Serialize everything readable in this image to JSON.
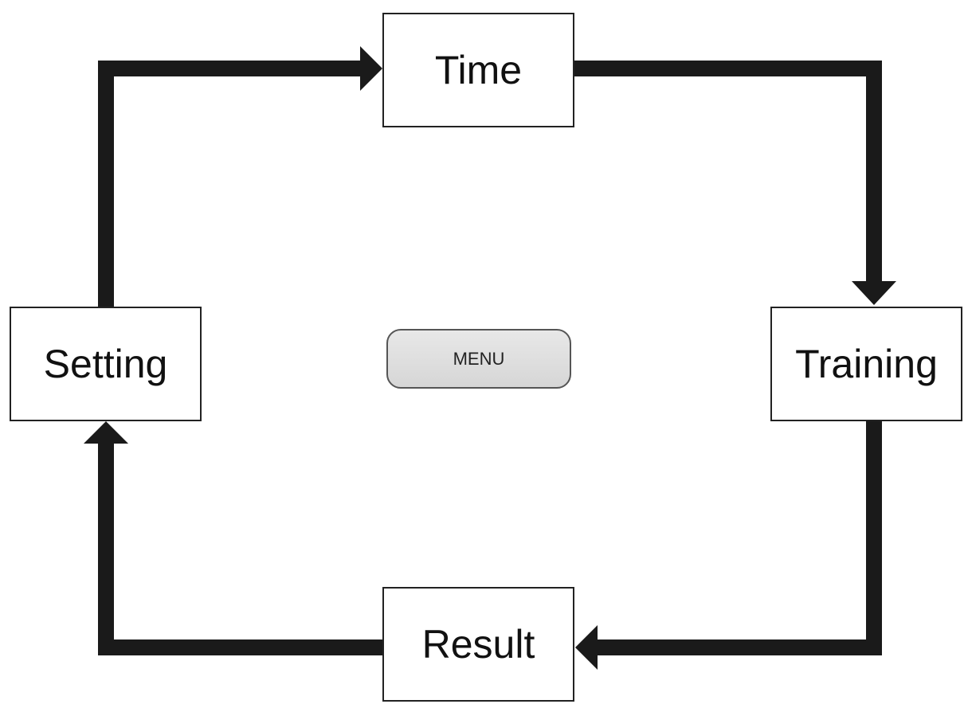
{
  "diagram": {
    "nodes": {
      "time": {
        "label": "Time"
      },
      "training": {
        "label": "Training"
      },
      "result": {
        "label": "Result"
      },
      "setting": {
        "label": "Setting"
      }
    },
    "menu": {
      "label": "MENU"
    },
    "edges": [
      {
        "from": "time",
        "to": "training"
      },
      {
        "from": "training",
        "to": "result"
      },
      {
        "from": "result",
        "to": "setting"
      },
      {
        "from": "setting",
        "to": "time"
      }
    ]
  },
  "colors": {
    "arrow": "#1a1a1a",
    "box_border": "#222222",
    "button_fill": "#dcdcdc"
  }
}
